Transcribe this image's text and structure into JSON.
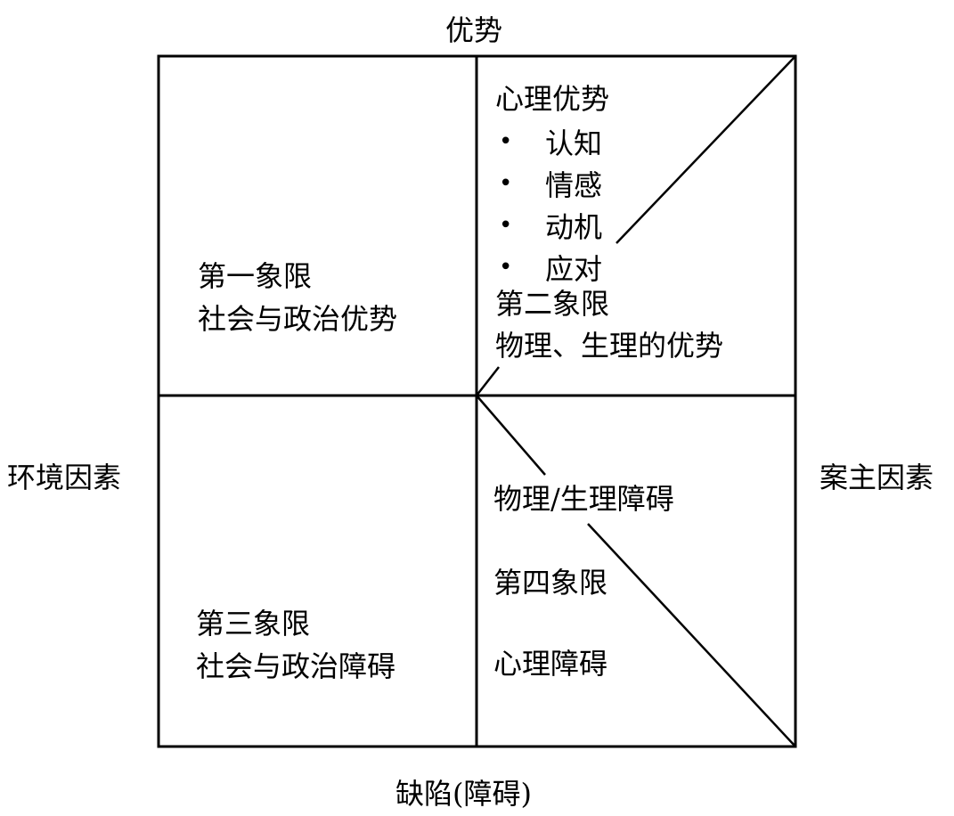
{
  "axes": {
    "top": "优势",
    "bottom": "缺陷(障碍)",
    "left": "环境因素",
    "right": "案主因素"
  },
  "quadrants": {
    "q1": {
      "title": "第一象限",
      "subtitle": "社会与政治优势"
    },
    "q2": {
      "heading": "心理优势",
      "bullets": [
        "认知",
        "情感",
        "动机",
        "应对"
      ],
      "title": "第二象限",
      "subtitle": "物理、生理的优势"
    },
    "q3": {
      "title": "第三象限",
      "subtitle": "社会与政治障碍"
    },
    "q4": {
      "physical": "物理/生理障碍",
      "title": "第四象限",
      "psychological": "心理障碍"
    }
  },
  "colors": {
    "line": "#000000",
    "text": "#000000",
    "background": "#ffffff"
  }
}
